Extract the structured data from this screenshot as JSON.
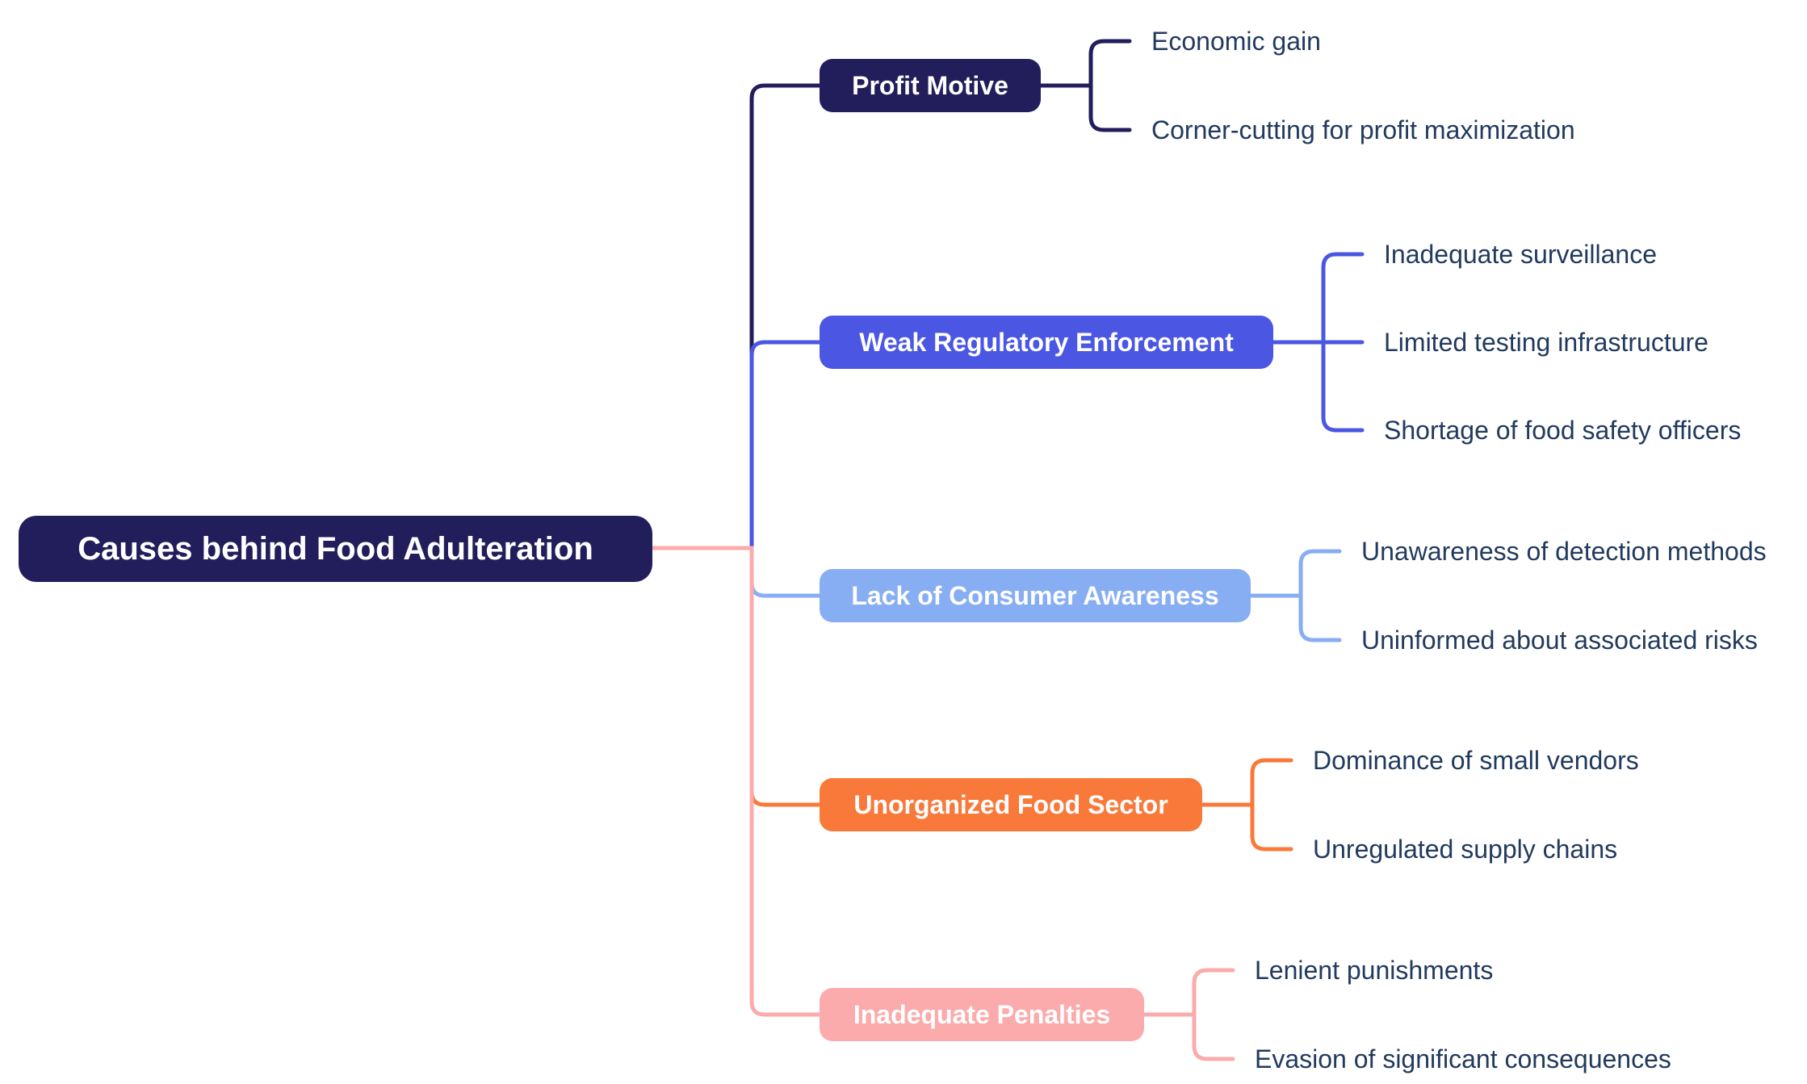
{
  "title": "Causes behind Food Adulteration mind map",
  "canvas_background": "#ffffff",
  "child_text_color": "#223a5e",
  "node_text_color": "#ffffff",
  "root": {
    "label": "Causes behind Food Adulteration",
    "color": "#221d5b"
  },
  "branches": [
    {
      "label": "Profit Motive",
      "color": "#221d5b",
      "children": [
        "Economic gain",
        "Corner-cutting for profit maximization"
      ]
    },
    {
      "label": "Weak Regulatory Enforcement",
      "color": "#4b57e3",
      "children": [
        "Inadequate surveillance",
        "Limited testing infrastructure",
        "Shortage of food safety officers"
      ]
    },
    {
      "label": "Lack of Consumer Awareness",
      "color": "#87aef3",
      "children": [
        "Unawareness of detection methods",
        "Uninformed about associated risks"
      ]
    },
    {
      "label": "Unorganized Food Sector",
      "color": "#f8793a",
      "children": [
        "Dominance of small vendors",
        "Unregulated supply chains"
      ]
    },
    {
      "label": "Inadequate Penalties",
      "color": "#fbabab",
      "children": [
        "Lenient punishments",
        "Evasion of significant consequences"
      ]
    }
  ]
}
